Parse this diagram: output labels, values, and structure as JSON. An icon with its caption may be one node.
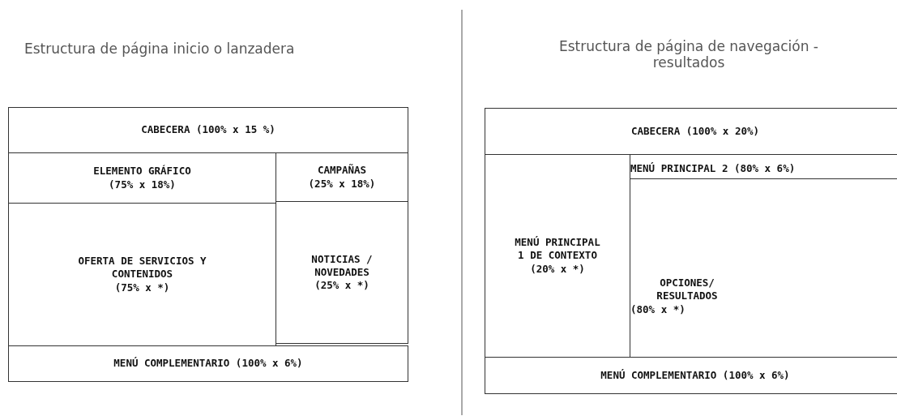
{
  "diagram": {
    "nodes": [
      {
        "text": [
          "CABECERA (100% x 15 %)"
        ]
      },
      {
        "text": [
          "ELEMENTO GRÁFICO",
          "(75% x 18%)"
        ]
      },
      {
        "text": [
          "CAMPAÑAS",
          "(25% x 18%)"
        ]
      },
      {
        "text": [
          "OFERTA DE SERVICIOS Y CONTENIDOS",
          "(75% x *)"
        ]
      },
      {
        "text": [
          "NOTICIAS / NOVEDADES",
          "(25% x *)"
        ]
      },
      {
        "text": [
          "MENÚ COMPLEMENTARIO (100% x 6%)"
        ]
      },
      {
        "text": [
          "CABECERA (100% x 20%)"
        ]
      },
      {
        "text": [
          "MENÚ PRINCIPAL 1 DE CONTEXTO",
          "(20% x *)"
        ]
      },
      {
        "text": [
          "MENÚ PRINCIPAL 2 (80% x 6%)"
        ]
      },
      {
        "text": [
          "OPCIONES/ RESULTADOS",
          "(80% x *)"
        ]
      },
      {
        "text": [
          "MENÚ COMPLEMENTARIO (100% x 6%)"
        ]
      }
    ],
    "edges": [],
    "labels": [
      "Estructura de página inicio o lanzadera",
      "Estructura de página de navegación - resultados"
    ]
  }
}
